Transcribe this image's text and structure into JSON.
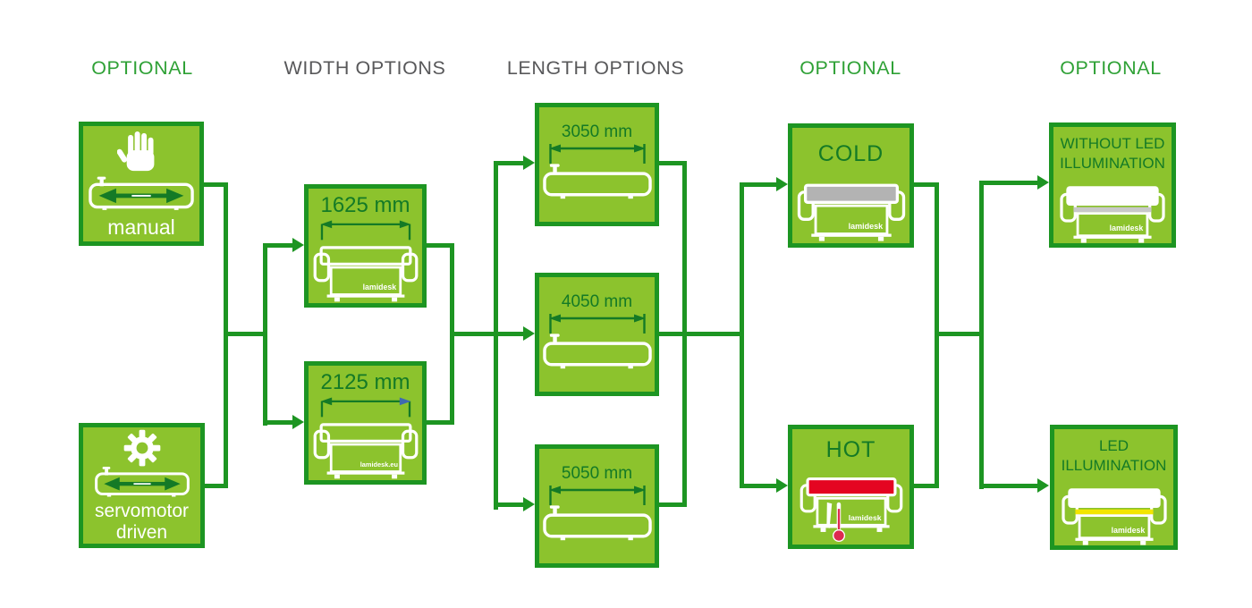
{
  "headers": [
    {
      "label": "OPTIONAL",
      "style": "green"
    },
    {
      "label": "WIDTH OPTIONS",
      "style": "gray"
    },
    {
      "label": "LENGTH OPTIONS",
      "style": "gray"
    },
    {
      "label": "OPTIONAL",
      "style": "green"
    },
    {
      "label": "OPTIONAL",
      "style": "green"
    }
  ],
  "drive_options": [
    {
      "label": "manual",
      "icon": "hand-icon"
    },
    {
      "label": "servomotor driven",
      "icon": "gear-icon"
    }
  ],
  "width_options": [
    {
      "label": "1625 mm"
    },
    {
      "label": "2125 mm"
    }
  ],
  "length_options": [
    {
      "label": "3050 mm"
    },
    {
      "label": "4050 mm"
    },
    {
      "label": "5050 mm"
    }
  ],
  "temperature_options": [
    {
      "label": "COLD"
    },
    {
      "label": "HOT"
    }
  ],
  "illumination_options": [
    {
      "label": "WITHOUT LED ILLUMINATION"
    },
    {
      "label": "LED ILLUMINATION"
    }
  ],
  "brand": {
    "logo": "lamidesk",
    "logo_eu": "lamidesk.eu"
  },
  "colors": {
    "green-fill": "#8cc32d",
    "green-line": "#1d9522",
    "green-dark": "#147a26",
    "header-green": "#2fa136",
    "header-gray": "#58585a",
    "cold-gray": "#b3b3b3",
    "hot-red": "#e40521",
    "thermo-red": "#dd2a50",
    "led-yellow": "#f2e500",
    "led-off-gray": "#c8c8c8",
    "blue-head": "#3f6ab0"
  }
}
